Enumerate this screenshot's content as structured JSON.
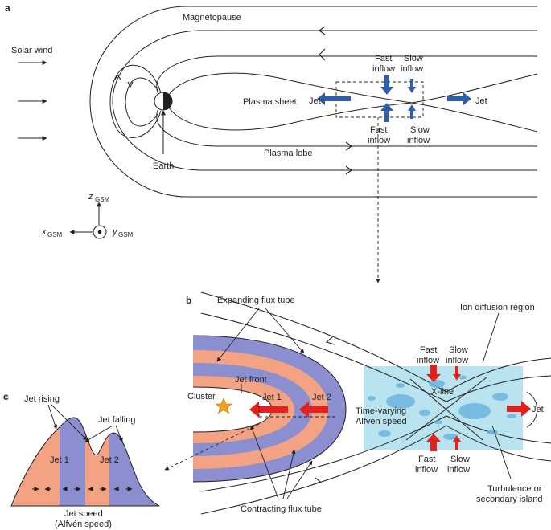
{
  "panels": {
    "a": "a",
    "b": "b",
    "c": "c"
  },
  "panel_a": {
    "solar_wind": "Solar wind",
    "magnetopause": "Magnetopause",
    "plasma_sheet": "Plasma sheet",
    "plasma_lobe": "Plasma lobe",
    "earth": "Earth",
    "jet_left": "Jet",
    "jet_right": "Jet",
    "fast_inflow_top_1": "Fast",
    "fast_inflow_top_2": "inflow",
    "slow_inflow_top_1": "Slow",
    "slow_inflow_top_2": "inflow",
    "fast_inflow_bottom_1": "Fast",
    "fast_inflow_bottom_2": "inflow",
    "slow_inflow_bottom_1": "Slow",
    "slow_inflow_bottom_2": "inflow",
    "axis_z": "z",
    "axis_x": "x",
    "axis_y": "y",
    "axis_sub": "GSM"
  },
  "panel_b": {
    "expanding_flux_tube": "Expanding flux tube",
    "ion_diffusion_region": "Ion diffusion region",
    "jet_front": "Jet front",
    "cluster": "Cluster",
    "jet_1": "Jet 1",
    "jet_2": "Jet 2",
    "x_line": "X-line",
    "time_varying_1": "Time-varying",
    "time_varying_2": "Alfvén speed",
    "jet": "Jet",
    "fast_inflow_top_1": "Fast",
    "fast_inflow_top_2": "inflow",
    "slow_inflow_top_1": "Slow",
    "slow_inflow_top_2": "inflow",
    "fast_inflow_bottom_1": "Fast",
    "fast_inflow_bottom_2": "inflow",
    "slow_inflow_bottom_1": "Slow",
    "slow_inflow_bottom_2": "inflow",
    "contracting_flux_tube": "Contracting flux tube",
    "turbulence_1": "Turbulence or",
    "turbulence_2": "secondary island"
  },
  "panel_c": {
    "jet_rising": "Jet rising",
    "jet_falling": "Jet falling",
    "jet_1": "Jet 1",
    "jet_2": "Jet 2",
    "jet_speed_1": "Jet speed",
    "jet_speed_2": "(Alfvén speed)"
  },
  "colors": {
    "blue_arrow": "#2f5da8",
    "red_arrow": "#e3201b",
    "salmon": "#f4a284",
    "purple": "#8c8fcf",
    "light_cyan": "#b9e4ef",
    "bubble": "#6fb6e2",
    "star": "#f6a21d"
  }
}
